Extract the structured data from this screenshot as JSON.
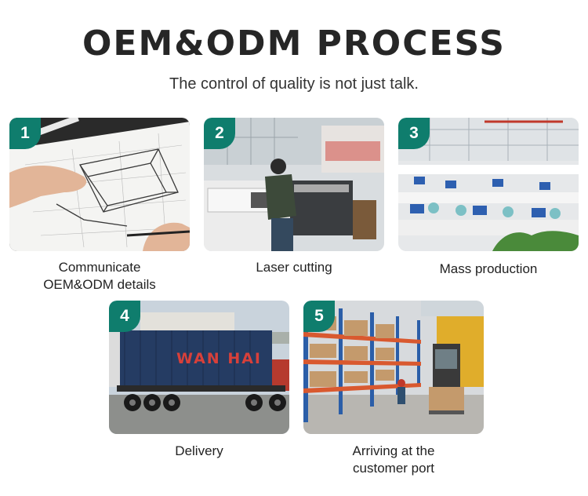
{
  "header": {
    "title": "OEM&ODM PROCESS",
    "subtitle": "The control of quality is not just talk."
  },
  "steps": [
    {
      "number": "1",
      "caption_line1": "Communicate",
      "caption_line2": "OEM&ODM details"
    },
    {
      "number": "2",
      "caption_line1": "Laser cutting",
      "caption_line2": ""
    },
    {
      "number": "3",
      "caption_line1": "Mass production",
      "caption_line2": ""
    },
    {
      "number": "4",
      "caption_line1": "Delivery",
      "caption_line2": ""
    },
    {
      "number": "5",
      "caption_line1": "Arriving at the",
      "caption_line2": "customer port"
    }
  ],
  "truck_text": "WAN HAI",
  "colors": {
    "badge": "#0f7d6d",
    "title": "#262626"
  }
}
